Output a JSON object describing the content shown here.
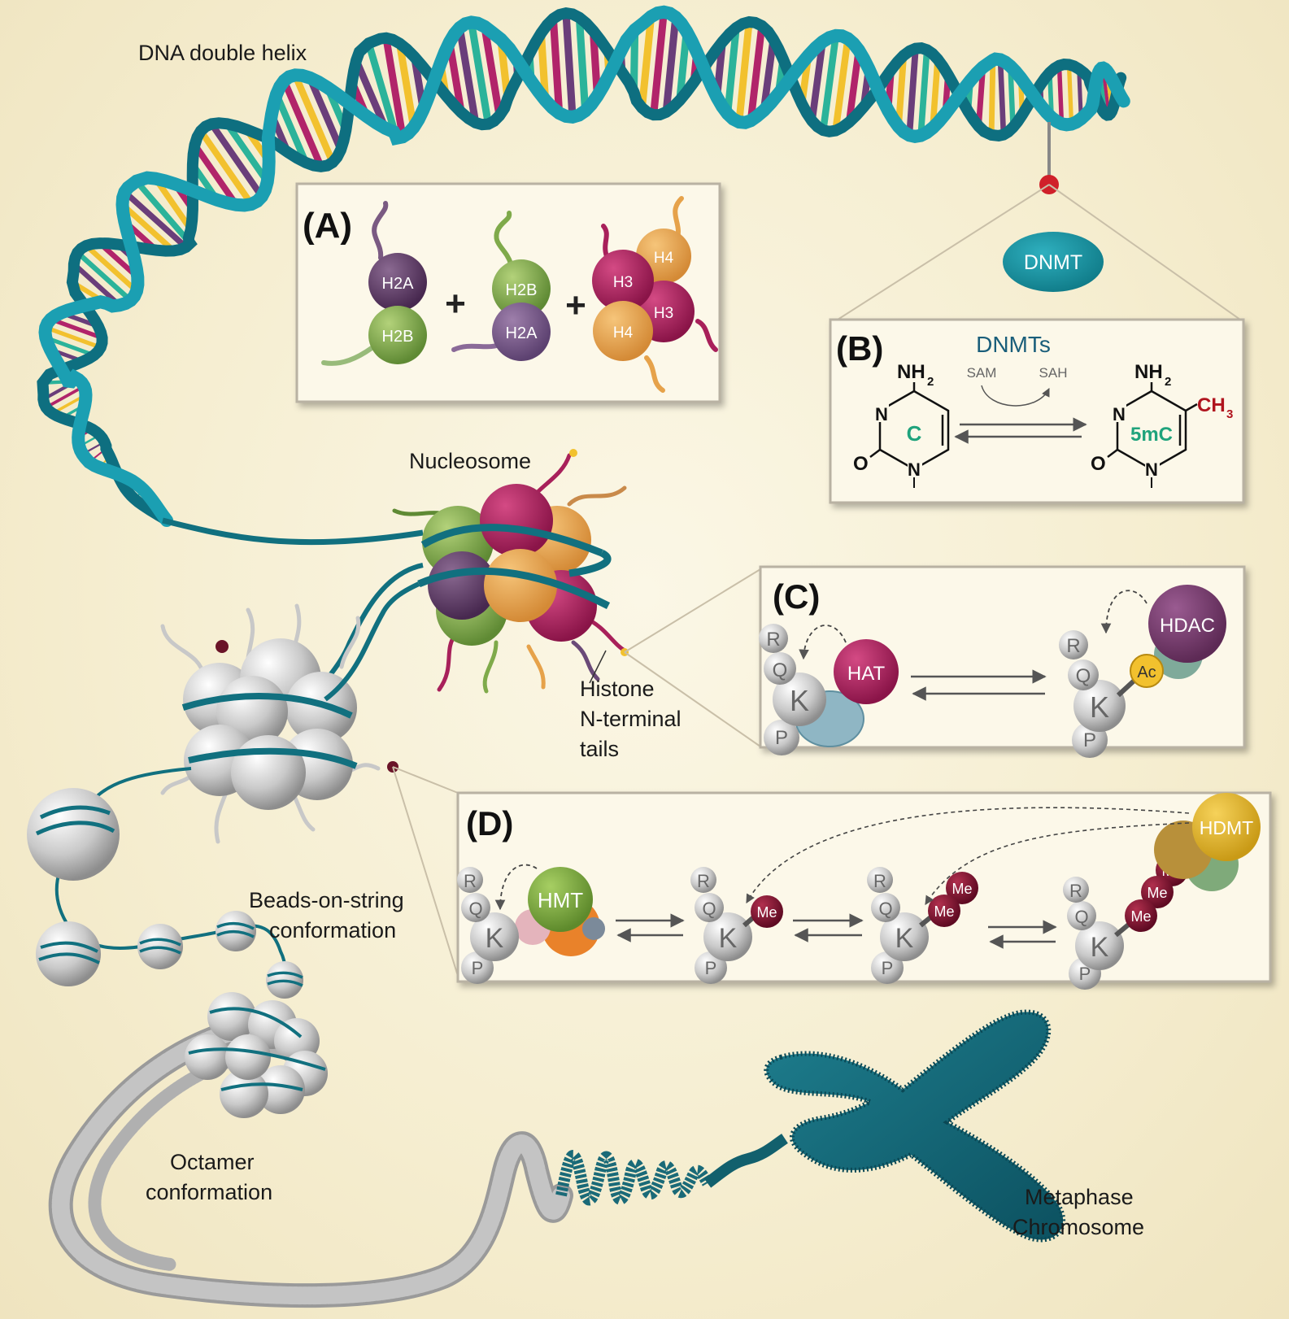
{
  "labels": {
    "dna_helix": "DNA double helix",
    "nucleosome": "Nucleosome",
    "histone_tails": [
      "Histone",
      "N-terminal",
      "tails"
    ],
    "beads_on_string": [
      "Beads-on-string",
      "conformation"
    ],
    "octamer": [
      "Octamer",
      "conformation"
    ],
    "metaphase": [
      "Metaphase",
      "Chromosome"
    ],
    "dnmt_enzyme": "DNMT"
  },
  "panel_a": {
    "letter": "(A)",
    "plus": "+",
    "dimer1": [
      "H2A",
      "H2B"
    ],
    "dimer2": [
      "H2B",
      "H2A"
    ],
    "tetramer": [
      "H4",
      "H3",
      "H3",
      "H4"
    ]
  },
  "panel_b": {
    "letter": "(B)",
    "enzyme": "DNMTs",
    "cofactor_in": "SAM",
    "cofactor_out": "SAH",
    "substrate": "C",
    "product": "5mC",
    "nh2": "NH",
    "sub2": "2",
    "ch3": "CH",
    "sub3": "3",
    "n_atom": "N",
    "o_atom": "O"
  },
  "panel_c": {
    "letter": "(C)",
    "residues": [
      "R",
      "Q",
      "K",
      "P"
    ],
    "enzyme_add": "HAT",
    "enzyme_remove": "HDAC",
    "mark": "Ac"
  },
  "panel_d": {
    "letter": "(D)",
    "residues": [
      "R",
      "Q",
      "K",
      "P"
    ],
    "enzyme_add": "HMT",
    "enzyme_remove": "HDMT",
    "mark": "Me"
  },
  "colors": {
    "teal": "#138a9c",
    "dark_teal": "#0e5f6b",
    "h2a": "#5c3a64",
    "h2b": "#7faa4a",
    "h3": "#a8205a",
    "h4": "#e6a24a",
    "me": "#7a1030",
    "ac": "#f2c12e",
    "red_dot": "#d0202a"
  }
}
